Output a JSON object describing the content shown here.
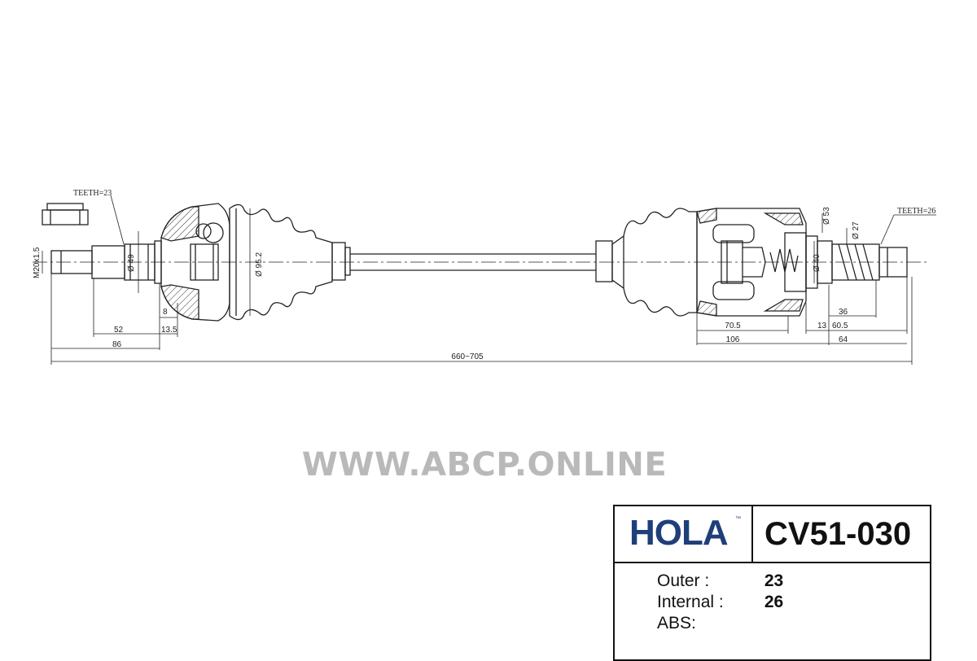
{
  "drawing": {
    "labels": {
      "teeth_outer": "TEETH=23",
      "teeth_inner": "TEETH=26",
      "thread": "M20x1.5",
      "dia_49": "Ø 49",
      "dia_95": "Ø 95.2",
      "dia_53": "Ø 53",
      "dia_40": "Ø 40",
      "dia_27": "Ø 27",
      "dim_8": "8",
      "dim_52": "52",
      "dim_13_5": "13.5",
      "dim_86": "86",
      "dim_total": "660~705",
      "dim_70_5": "70.5",
      "dim_106": "106",
      "dim_13": "13",
      "dim_36": "36",
      "dim_60_5": "60.5",
      "dim_64": "64"
    }
  },
  "watermark": {
    "text": "WWW.ABCP.ONLINE"
  },
  "spec": {
    "brand": "HOLA",
    "trademark": "™",
    "part_number": "CV51-030",
    "rows": [
      {
        "label": "Outer :",
        "value": "23"
      },
      {
        "label": "Internal :",
        "value": "26"
      },
      {
        "label": "ABS:",
        "value": ""
      }
    ]
  },
  "colors": {
    "brand": "#1f3f7a",
    "watermark": "#b9b9b9",
    "line": "#222222"
  }
}
